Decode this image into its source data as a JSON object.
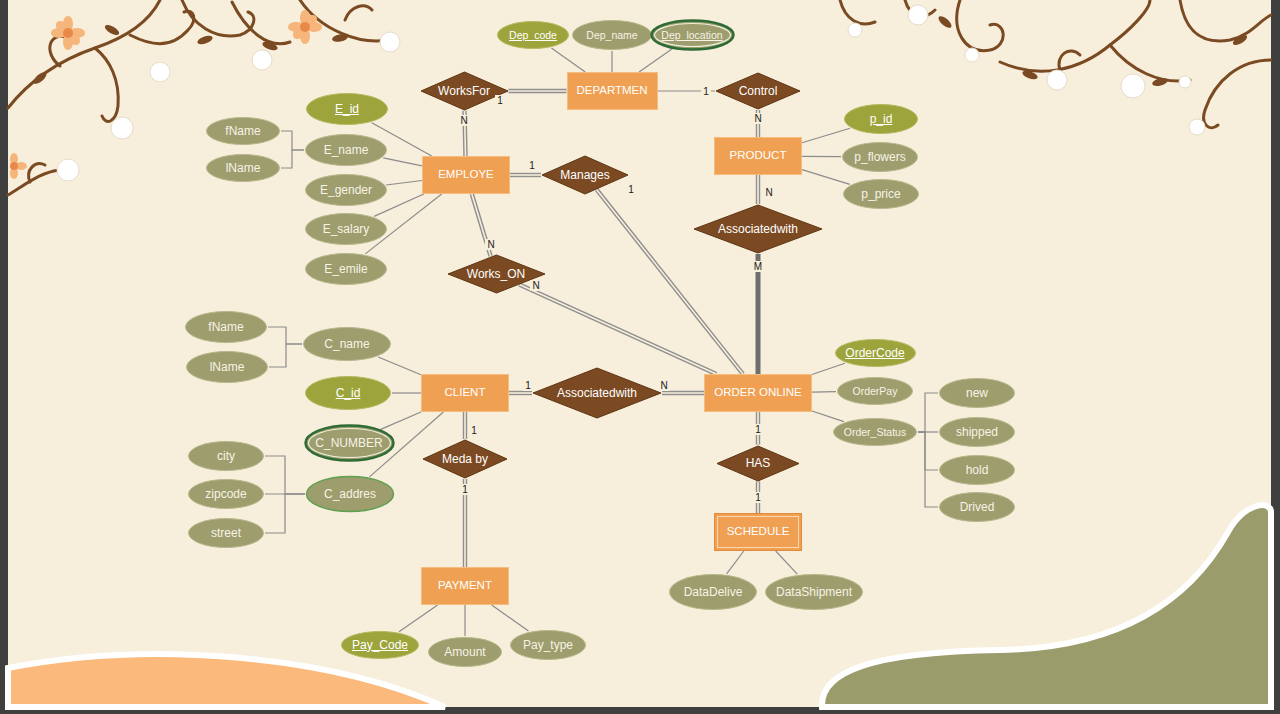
{
  "diagram": {
    "nodes": [
      {
        "text": [
          "Dep_code"
        ]
      },
      {
        "text": [
          "Dep_name"
        ]
      },
      {
        "text": [
          "Dep_location"
        ]
      },
      {
        "text": [
          "WorksFor"
        ]
      },
      {
        "text": [
          "DEPARTMEN"
        ]
      },
      {
        "text": [
          "Control"
        ]
      },
      {
        "text": [
          "E_id"
        ]
      },
      {
        "text": [
          "p_id"
        ]
      },
      {
        "text": [
          "fName"
        ]
      },
      {
        "text": [
          "E_name"
        ]
      },
      {
        "text": [
          "PRODUCT"
        ]
      },
      {
        "text": [
          "p_flowers"
        ]
      },
      {
        "text": [
          "lName"
        ]
      },
      {
        "text": [
          "EMPLOYE"
        ]
      },
      {
        "text": [
          "Manages"
        ]
      },
      {
        "text": [
          "E_gender"
        ]
      },
      {
        "text": [
          "p_price"
        ]
      },
      {
        "text": [
          "Associatedwith"
        ]
      },
      {
        "text": [
          "E_salary"
        ]
      },
      {
        "text": [
          "E_emile"
        ]
      },
      {
        "text": [
          "Works_ON"
        ]
      },
      {
        "text": [
          "fName"
        ]
      },
      {
        "text": [
          "C_name"
        ]
      },
      {
        "text": [
          "OrderCode"
        ]
      },
      {
        "text": [
          "lName"
        ]
      },
      {
        "text": [
          "C_id"
        ]
      },
      {
        "text": [
          "CLIENT"
        ]
      },
      {
        "text": [
          "Associatedwith"
        ]
      },
      {
        "text": [
          "ORDER ONLINE"
        ]
      },
      {
        "text": [
          "OrderPay"
        ]
      },
      {
        "text": [
          "new"
        ]
      },
      {
        "text": [
          "Order_Status"
        ]
      },
      {
        "text": [
          "shipped"
        ]
      },
      {
        "text": [
          "C_NUMBER"
        ]
      },
      {
        "text": [
          "Meda by"
        ]
      },
      {
        "text": [
          "city"
        ]
      },
      {
        "text": [
          "HAS"
        ]
      },
      {
        "text": [
          "hold"
        ]
      },
      {
        "text": [
          "zipcode"
        ]
      },
      {
        "text": [
          "C_addres"
        ]
      },
      {
        "text": [
          "Drived"
        ]
      },
      {
        "text": [
          "street"
        ]
      },
      {
        "text": [
          "SCHEDULE"
        ]
      },
      {
        "text": [
          "PAYMENT"
        ]
      },
      {
        "text": [
          "DataDelive"
        ]
      },
      {
        "text": [
          "DataShipment"
        ]
      },
      {
        "text": [
          "Pay_Code"
        ]
      },
      {
        "text": [
          "Amount"
        ]
      },
      {
        "text": [
          "Pay_type"
        ]
      }
    ],
    "edges": [
      {
        "from": 0,
        "to": 4,
        "arrow": "none"
      },
      {
        "from": 1,
        "to": 4,
        "arrow": "none"
      },
      {
        "from": 2,
        "to": 4,
        "arrow": "none"
      },
      {
        "from": 3,
        "to": 4,
        "arrow": "none",
        "label": "1"
      },
      {
        "from": 13,
        "to": 3,
        "arrow": "none",
        "label": "N"
      },
      {
        "from": 4,
        "to": 5,
        "arrow": "none",
        "label": "1"
      },
      {
        "from": 5,
        "to": 10,
        "arrow": "none",
        "label": "N"
      },
      {
        "from": 6,
        "to": 13,
        "arrow": "none"
      },
      {
        "from": 9,
        "to": 13,
        "arrow": "none"
      },
      {
        "from": 15,
        "to": 13,
        "arrow": "none"
      },
      {
        "from": 18,
        "to": 13,
        "arrow": "none"
      },
      {
        "from": 19,
        "to": 13,
        "arrow": "none"
      },
      {
        "from": 8,
        "to": 9,
        "arrow": "none"
      },
      {
        "from": 12,
        "to": 9,
        "arrow": "none"
      },
      {
        "from": 7,
        "to": 10,
        "arrow": "none"
      },
      {
        "from": 11,
        "to": 10,
        "arrow": "none"
      },
      {
        "from": 16,
        "to": 10,
        "arrow": "none"
      },
      {
        "from": 13,
        "to": 14,
        "arrow": "none",
        "label": "1"
      },
      {
        "from": 14,
        "to": 28,
        "arrow": "none",
        "label": "1"
      },
      {
        "from": 10,
        "to": 17,
        "arrow": "none",
        "label": "N"
      },
      {
        "from": 17,
        "to": 28,
        "arrow": "none",
        "label": "M"
      },
      {
        "from": 13,
        "to": 20,
        "arrow": "none",
        "label": "N"
      },
      {
        "from": 20,
        "to": 28,
        "arrow": "none",
        "label": "N"
      },
      {
        "from": 22,
        "to": 26,
        "arrow": "none"
      },
      {
        "from": 25,
        "to": 26,
        "arrow": "none"
      },
      {
        "from": 33,
        "to": 26,
        "arrow": "none"
      },
      {
        "from": 39,
        "to": 26,
        "arrow": "none"
      },
      {
        "from": 21,
        "to": 22,
        "arrow": "none"
      },
      {
        "from": 24,
        "to": 22,
        "arrow": "none"
      },
      {
        "from": 35,
        "to": 39,
        "arrow": "none"
      },
      {
        "from": 38,
        "to": 39,
        "arrow": "none"
      },
      {
        "from": 41,
        "to": 39,
        "arrow": "none"
      },
      {
        "from": 26,
        "to": 27,
        "arrow": "none",
        "label": "1"
      },
      {
        "from": 27,
        "to": 28,
        "arrow": "none",
        "label": "N"
      },
      {
        "from": 26,
        "to": 34,
        "arrow": "none",
        "label": "1"
      },
      {
        "from": 34,
        "to": 43,
        "arrow": "none",
        "label": "1"
      },
      {
        "from": 23,
        "to": 28,
        "arrow": "none"
      },
      {
        "from": 29,
        "to": 28,
        "arrow": "none"
      },
      {
        "from": 31,
        "to": 28,
        "arrow": "none"
      },
      {
        "from": 30,
        "to": 31,
        "arrow": "none"
      },
      {
        "from": 32,
        "to": 31,
        "arrow": "none"
      },
      {
        "from": 37,
        "to": 31,
        "arrow": "none"
      },
      {
        "from": 40,
        "to": 31,
        "arrow": "none"
      },
      {
        "from": 28,
        "to": 36,
        "arrow": "none",
        "label": "1"
      },
      {
        "from": 36,
        "to": 42,
        "arrow": "none",
        "label": "1"
      },
      {
        "from": 44,
        "to": 42,
        "arrow": "none"
      },
      {
        "from": 45,
        "to": 42,
        "arrow": "none"
      },
      {
        "from": 46,
        "to": 43,
        "arrow": "none"
      },
      {
        "from": 47,
        "to": 43,
        "arrow": "none"
      },
      {
        "from": 48,
        "to": 43,
        "arrow": "none"
      }
    ]
  }
}
